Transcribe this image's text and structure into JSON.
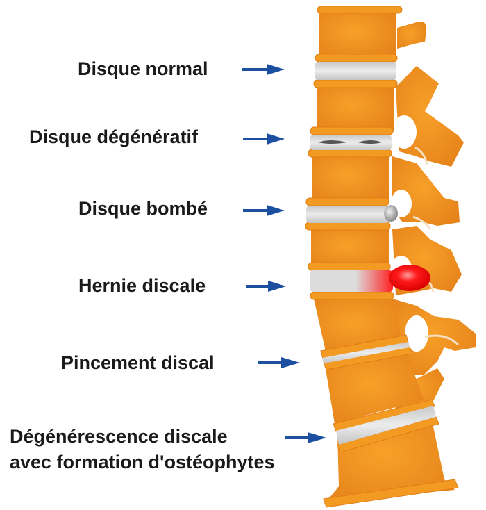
{
  "labels": [
    "Disque normal",
    "Disque dégénératif",
    "Disque bombé",
    "Hernie discale",
    "Pincement discal",
    "Dégénérescence discale",
    "avec formation d'ostéophytes"
  ],
  "colors": {
    "bone": "#f0921e",
    "bone_dark": "#e07d16",
    "disc": "#d6d6d6",
    "hernia": "#ff1a1a",
    "arrow": "#1c4fa0",
    "text": "#1a1a1a"
  }
}
